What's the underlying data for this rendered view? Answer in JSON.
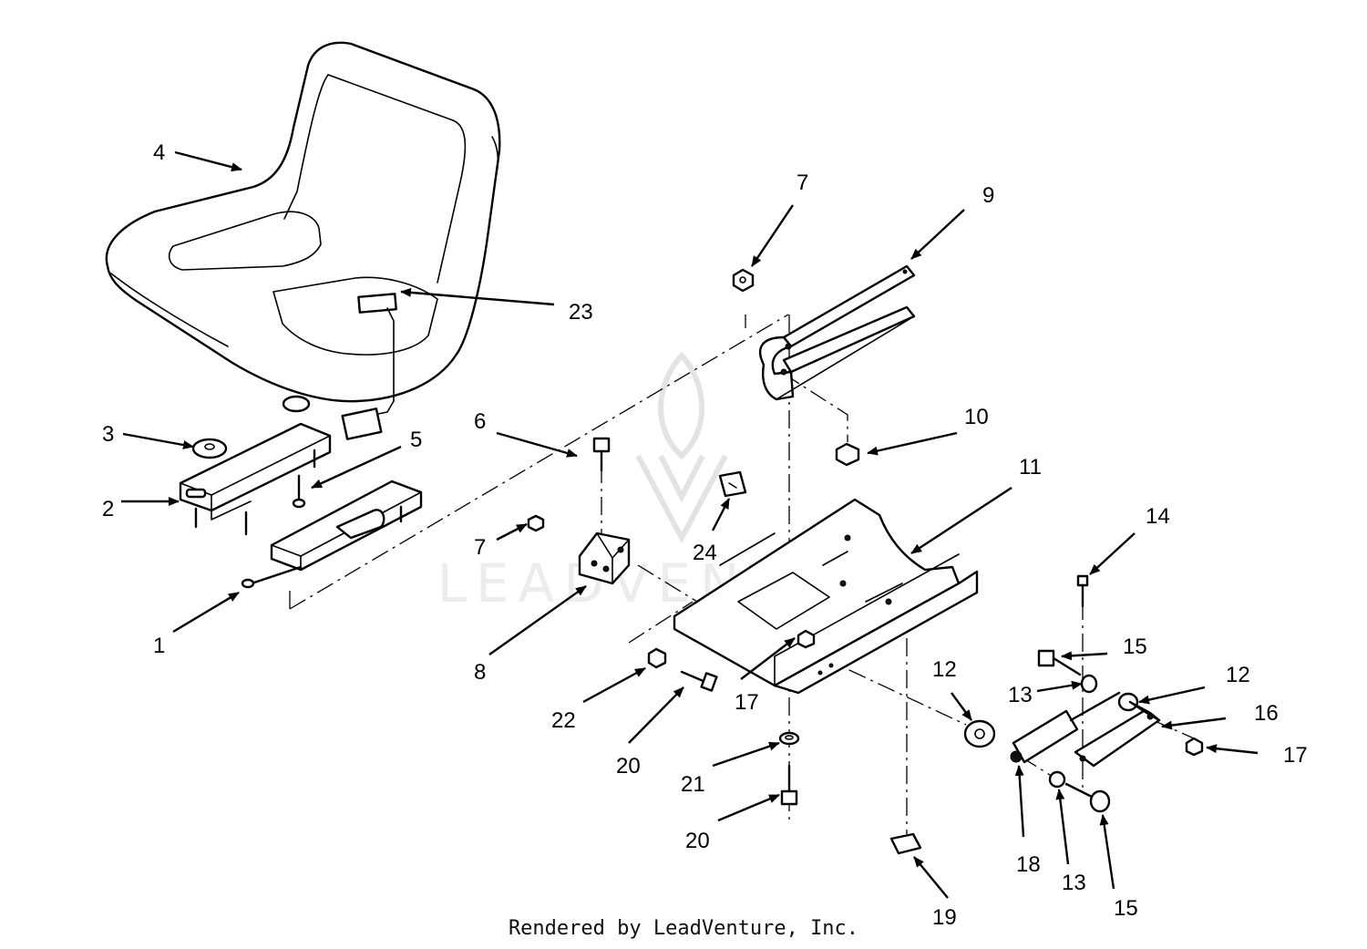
{
  "watermark": {
    "brand": "LEADVENTURE"
  },
  "footer": {
    "text": "Rendered by LeadVenture, Inc."
  },
  "callouts": [
    {
      "id": "c1",
      "label": "1"
    },
    {
      "id": "c2",
      "label": "2"
    },
    {
      "id": "c3",
      "label": "3"
    },
    {
      "id": "c4",
      "label": "4"
    },
    {
      "id": "c5",
      "label": "5"
    },
    {
      "id": "c6",
      "label": "6"
    },
    {
      "id": "c7a",
      "label": "7"
    },
    {
      "id": "c7b",
      "label": "7"
    },
    {
      "id": "c8",
      "label": "8"
    },
    {
      "id": "c9",
      "label": "9"
    },
    {
      "id": "c10",
      "label": "10"
    },
    {
      "id": "c11",
      "label": "11"
    },
    {
      "id": "c12a",
      "label": "12"
    },
    {
      "id": "c12b",
      "label": "12"
    },
    {
      "id": "c13a",
      "label": "13"
    },
    {
      "id": "c13b",
      "label": "13"
    },
    {
      "id": "c14",
      "label": "14"
    },
    {
      "id": "c15a",
      "label": "15"
    },
    {
      "id": "c15b",
      "label": "15"
    },
    {
      "id": "c16",
      "label": "16"
    },
    {
      "id": "c17a",
      "label": "17"
    },
    {
      "id": "c17b",
      "label": "17"
    },
    {
      "id": "c18",
      "label": "18"
    },
    {
      "id": "c19",
      "label": "19"
    },
    {
      "id": "c20a",
      "label": "20"
    },
    {
      "id": "c20b",
      "label": "20"
    },
    {
      "id": "c21",
      "label": "21"
    },
    {
      "id": "c22",
      "label": "22"
    },
    {
      "id": "c23",
      "label": "23"
    },
    {
      "id": "c24",
      "label": "24"
    }
  ]
}
